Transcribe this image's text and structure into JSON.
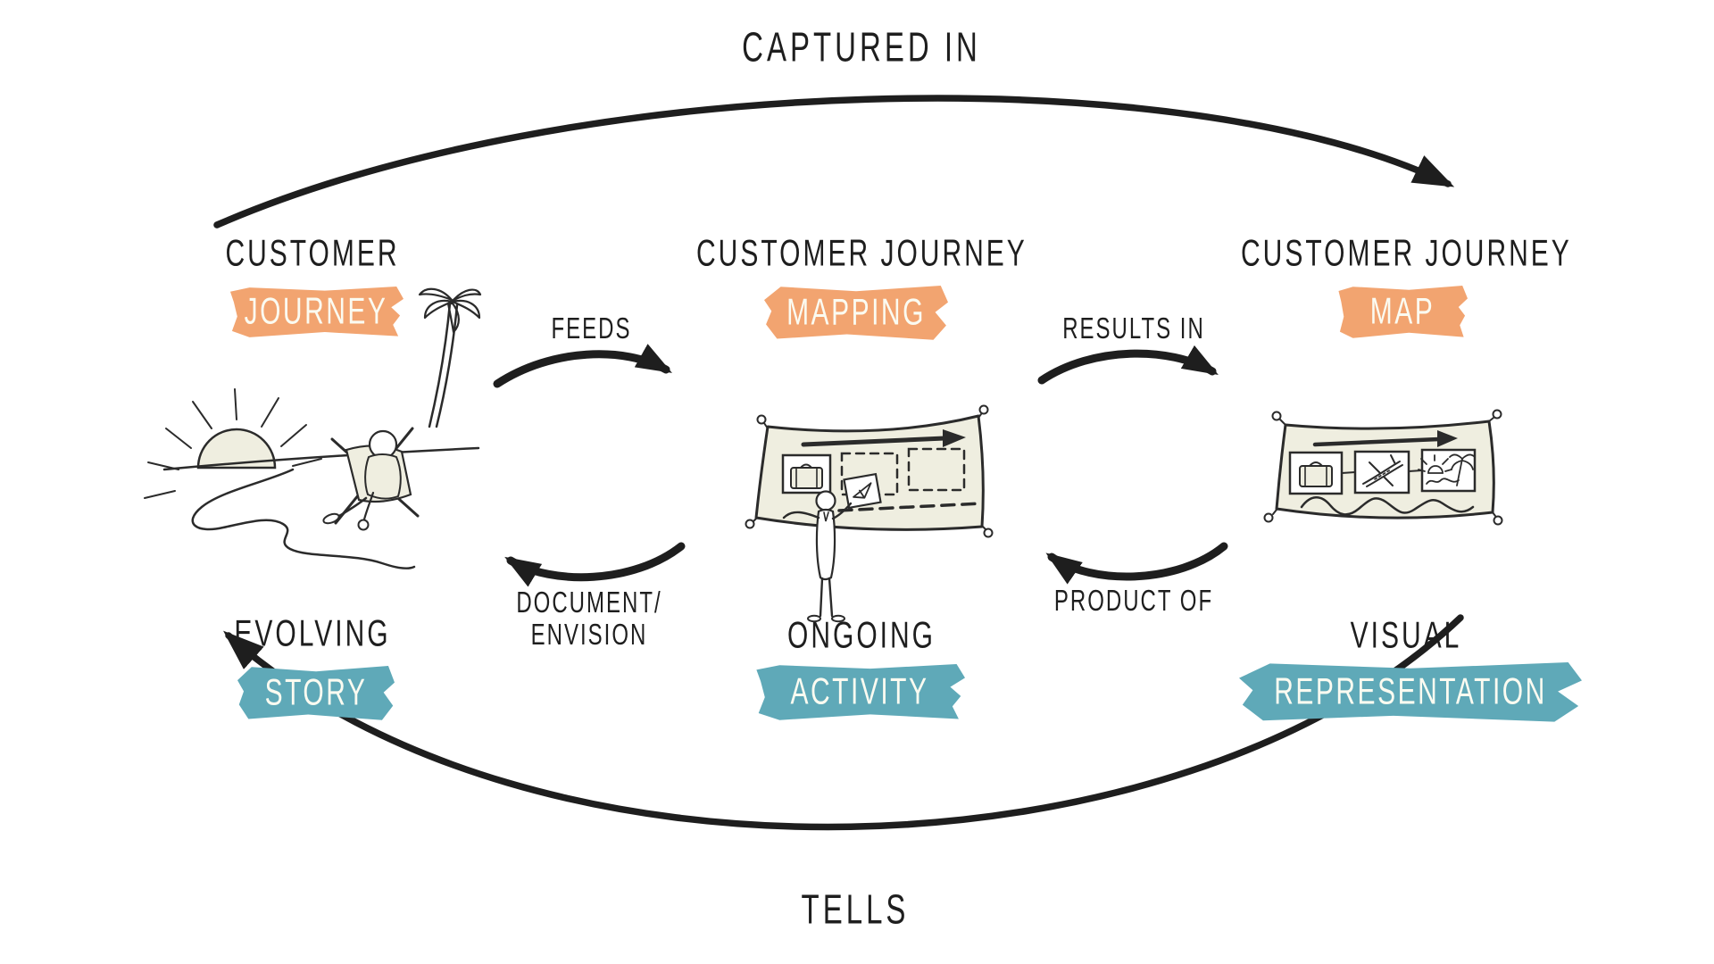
{
  "top_arrow": {
    "label": "CAPTURED IN"
  },
  "bottom_arrow": {
    "label": "TELLS"
  },
  "columns": [
    {
      "title": "CUSTOMER",
      "highlight": "JOURNEY",
      "bottom_title": "EVOLVING",
      "bottom_highlight": "STORY"
    },
    {
      "title": "CUSTOMER JOURNEY",
      "highlight": "MAPPING",
      "bottom_title": "ONGOING",
      "bottom_highlight": "ACTIVITY"
    },
    {
      "title": "CUSTOMER JOURNEY",
      "highlight": "MAP",
      "bottom_title": "VISUAL",
      "bottom_highlight": "REPRESENTATION"
    }
  ],
  "cycles": [
    {
      "top_label": "FEEDS",
      "bottom_label_lines": [
        "DOCUMENT/",
        "ENVISION"
      ]
    },
    {
      "top_label": "RESULTS IN",
      "bottom_label_lines": [
        "PRODUCT OF"
      ]
    }
  ],
  "illustrations": {
    "left": "relaxing-on-beach-sketch",
    "middle": "journey-map-board-with-person-sketch",
    "right": "journey-map-banner-sketch"
  },
  "colors": {
    "orange": "#f2a470",
    "teal": "#5fa9b8",
    "ink": "#1e1e1e",
    "cream": "#efeee0"
  }
}
